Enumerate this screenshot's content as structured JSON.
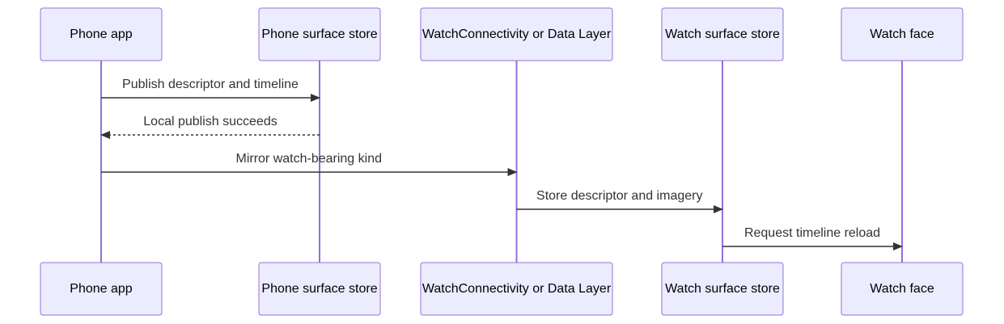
{
  "participants": [
    {
      "id": "phone_app",
      "label": "Phone app"
    },
    {
      "id": "phone_store",
      "label": "Phone surface store"
    },
    {
      "id": "bridge",
      "label": "WatchConnectivity or Data Layer"
    },
    {
      "id": "watch_store",
      "label": "Watch surface store"
    },
    {
      "id": "watch_face",
      "label": "Watch face"
    }
  ],
  "messages": [
    {
      "from": 0,
      "to": 1,
      "label": "Publish descriptor and timeline",
      "style": "solid"
    },
    {
      "from": 1,
      "to": 0,
      "label": "Local publish succeeds",
      "style": "dashed"
    },
    {
      "from": 0,
      "to": 2,
      "label": "Mirror watch-bearing kind",
      "style": "solid"
    },
    {
      "from": 2,
      "to": 3,
      "label": "Store descriptor and imagery",
      "style": "solid"
    },
    {
      "from": 3,
      "to": 4,
      "label": "Request timeline reload",
      "style": "solid"
    }
  ],
  "colors": {
    "actor_fill": "#ECECFF",
    "actor_stroke": "#9370DB",
    "lifeline": "#9370DB",
    "message": "#333333",
    "label": "#333333"
  }
}
